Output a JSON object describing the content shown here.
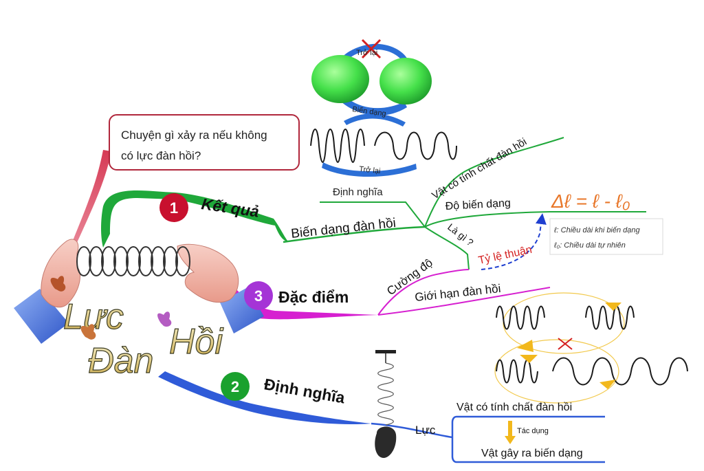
{
  "question": {
    "line1": "Chuyện gì xảy ra nếu không",
    "line2": "có lực đàn hồi?"
  },
  "title_art": {
    "w1": "Lực",
    "w2": "Đàn",
    "w3": "Hồi"
  },
  "ball_labels": {
    "top": "Trở lại",
    "middle": "Biến dạng"
  },
  "spring_label": "Trở lại",
  "branch1": {
    "number": "1",
    "label": "Kết quả",
    "topic": "Biến dạng đàn hồi",
    "definition": "Định nghĩa",
    "object": "Vật có tính chất đàn hồi",
    "deformation": "Độ biến dạng",
    "what": "Là gì ?",
    "proportional": "Tỷ lệ thuận",
    "formula": "Δℓ = ℓ - ℓ₀",
    "legend1": "ℓ: Chiều dài khi biến dạng",
    "legend2": "ℓ₀: Chiều dài tự nhiên"
  },
  "branch3": {
    "number": "3",
    "label": "Đặc điểm",
    "intensity": "Cường độ",
    "limit": "Giới hạn đàn hồi"
  },
  "branch2": {
    "number": "2",
    "label": "Định nghĩa",
    "force": "Lực",
    "object": "Vật có tính chất đàn hồi",
    "acts": "Tác dụng",
    "cause": "Vật gây ra biến dạng"
  },
  "colors": {
    "red": "#c8102e",
    "green": "#1fa83a",
    "magenta": "#d61fd0",
    "blue": "#2f5bd8",
    "crimson": "#c8304a",
    "orange": "#e8772a",
    "yellow": "#f2b81c"
  }
}
